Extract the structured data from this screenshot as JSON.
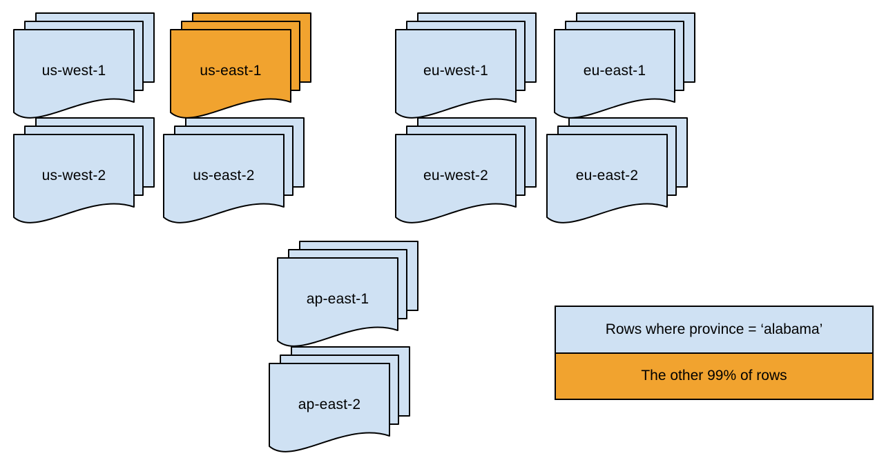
{
  "diagram": {
    "regions": [
      {
        "id": "us-west-1",
        "label": "us-west-1",
        "variant": "blue"
      },
      {
        "id": "us-east-1",
        "label": "us-east-1",
        "variant": "orange"
      },
      {
        "id": "eu-west-1",
        "label": "eu-west-1",
        "variant": "blue"
      },
      {
        "id": "eu-east-1",
        "label": "eu-east-1",
        "variant": "blue"
      },
      {
        "id": "us-west-2",
        "label": "us-west-2",
        "variant": "blue"
      },
      {
        "id": "us-east-2",
        "label": "us-east-2",
        "variant": "blue"
      },
      {
        "id": "eu-west-2",
        "label": "eu-west-2",
        "variant": "blue"
      },
      {
        "id": "eu-east-2",
        "label": "eu-east-2",
        "variant": "blue"
      },
      {
        "id": "ap-east-1",
        "label": "ap-east-1",
        "variant": "blue"
      },
      {
        "id": "ap-east-2",
        "label": "ap-east-2",
        "variant": "blue"
      }
    ],
    "legend": {
      "items": [
        {
          "label": "Rows where province = ‘alabama’",
          "variant": "blue"
        },
        {
          "label": "The other 99% of rows",
          "variant": "orange"
        }
      ]
    },
    "colors": {
      "blue": "#CFE1F3",
      "orange": "#F1A32F",
      "stroke": "#000000"
    }
  }
}
